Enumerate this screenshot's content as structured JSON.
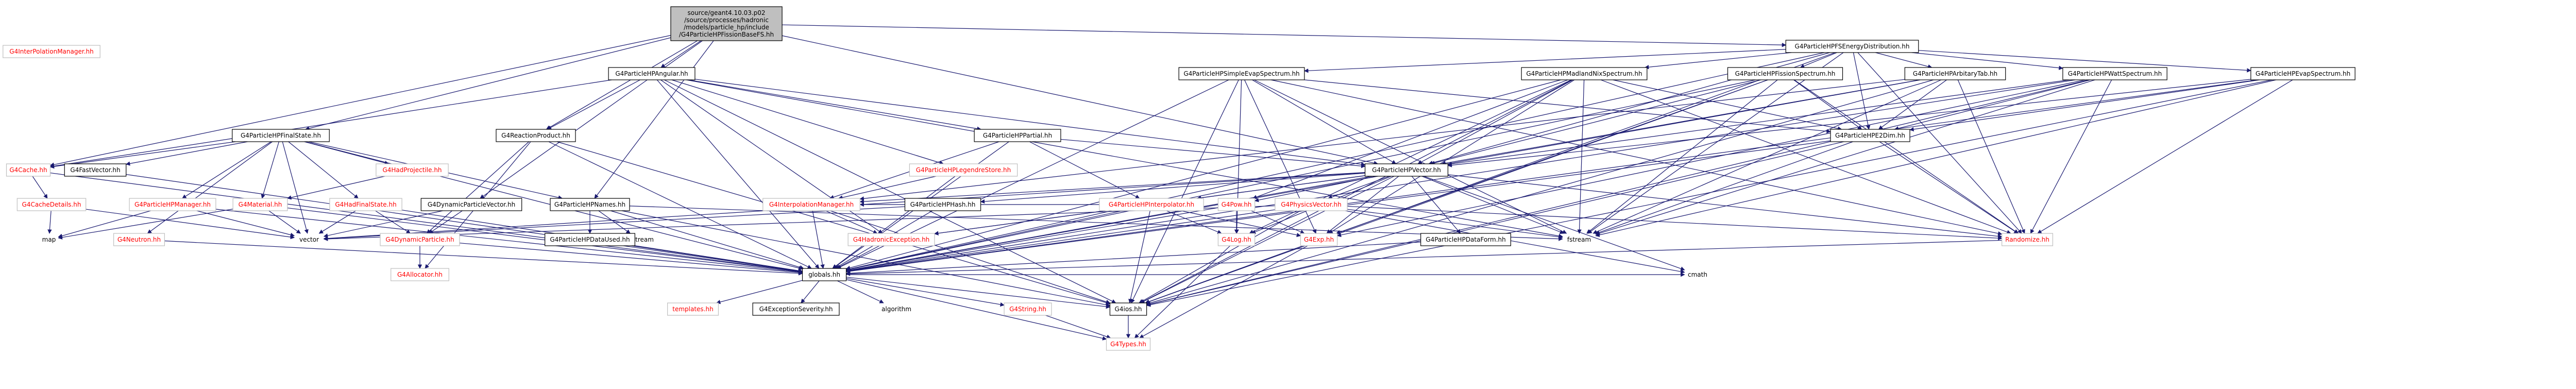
{
  "colors": {
    "root_fill": "#bfbfbf",
    "link_fill": "#ffffff",
    "edge": "#191970",
    "link_border": "#000000",
    "missing_border": "#bfbfbf",
    "link_text": "#000000",
    "missing_text": "#ff0000"
  },
  "nodes": [
    {
      "id": "root",
      "lines": [
        "source/geant4.10.03.p02",
        "/source/processes/hadronic",
        "/models/particle_hp/include",
        "/G4ParticleHPFissionBaseFS.hh"
      ],
      "kind": "root"
    },
    {
      "id": "fsed",
      "lines": [
        "G4ParticleHPFSEnergyDistribution.hh"
      ],
      "kind": "link"
    },
    {
      "id": "angular",
      "lines": [
        "G4ParticleHPAngular.hh"
      ],
      "kind": "link"
    },
    {
      "id": "simpleevap",
      "lines": [
        "G4ParticleHPSimpleEvapSpectrum.hh"
      ],
      "kind": "link"
    },
    {
      "id": "maderbang",
      "lines": [
        "G4ParticleHPMadlandNixSpectrum.hh"
      ],
      "kind": "link"
    },
    {
      "id": "fissionspec",
      "lines": [
        "G4ParticleHPFissionSpectrum.hh"
      ],
      "kind": "link"
    },
    {
      "id": "arbitrarytab",
      "lines": [
        "G4ParticleHPArbitaryTab.hh"
      ],
      "kind": "link"
    },
    {
      "id": "wattspec",
      "lines": [
        "G4ParticleHPWattSpectrum.hh"
      ],
      "kind": "link"
    },
    {
      "id": "evapspec",
      "lines": [
        "G4ParticleHPEvapSpectrum.hh"
      ],
      "kind": "link"
    },
    {
      "id": "finalstate",
      "lines": [
        "G4ParticleHPFinalState.hh"
      ],
      "kind": "link"
    },
    {
      "id": "reactionproduct",
      "lines": [
        "G4ReactionProduct.hh"
      ],
      "kind": "link"
    },
    {
      "id": "partial",
      "lines": [
        "G4ParticleHPPartial.hh"
      ],
      "kind": "link"
    },
    {
      "id": "vector",
      "lines": [
        "G4ParticleHPVector.hh"
      ],
      "kind": "link"
    },
    {
      "id": "pedata",
      "lines": [
        "G4InterPolationManager.hh"
      ],
      "kind": "missing"
    },
    {
      "id": "pdoc",
      "lines": [
        "G4ParticleHPE2Dim.hh"
      ],
      "kind": "link"
    },
    {
      "id": "cache",
      "lines": [
        "G4Cache.hh"
      ],
      "kind": "missing"
    },
    {
      "id": "fastvector",
      "lines": [
        "G4FastVector.hh"
      ],
      "kind": "link"
    },
    {
      "id": "hadprojectile",
      "lines": [
        "G4HadProjectile.hh"
      ],
      "kind": "missing"
    },
    {
      "id": "legendre",
      "lines": [
        "G4ParticleHPLegendreStore.hh"
      ],
      "kind": "missing"
    },
    {
      "id": "cachedetails",
      "lines": [
        "G4CacheDetails.hh"
      ],
      "kind": "missing"
    },
    {
      "id": "hpmanager",
      "lines": [
        "G4ParticleHPManager.hh"
      ],
      "kind": "missing"
    },
    {
      "id": "material",
      "lines": [
        "G4Material.hh"
      ],
      "kind": "missing"
    },
    {
      "id": "hadfinalstate",
      "lines": [
        "G4HadFinalState.hh"
      ],
      "kind": "missing"
    },
    {
      "id": "dynpartvector",
      "lines": [
        "G4DynamicParticleVector.hh"
      ],
      "kind": "link"
    },
    {
      "id": "hpnames",
      "lines": [
        "G4ParticleHPNames.hh"
      ],
      "kind": "link"
    },
    {
      "id": "fissionbasefs_interp",
      "lines": [
        "G4ParticleHPInterpolator.hh"
      ],
      "kind": "missing"
    },
    {
      "id": "interpmgr",
      "lines": [
        "G4InterpolationManager.hh"
      ],
      "kind": "missing"
    },
    {
      "id": "hphash",
      "lines": [
        "G4ParticleHPHash.hh"
      ],
      "kind": "link"
    },
    {
      "id": "pow",
      "lines": [
        "G4Pow.hh"
      ],
      "kind": "missing"
    },
    {
      "id": "physicsvector",
      "lines": [
        "G4PhysicsVector.hh"
      ],
      "kind": "missing"
    },
    {
      "id": "neutron",
      "lines": [
        "G4Neutron.hh"
      ],
      "kind": "missing"
    },
    {
      "id": "map",
      "lines": [
        "map"
      ],
      "kind": "plain"
    },
    {
      "id": "vectorstd",
      "lines": [
        "vector"
      ],
      "kind": "plain"
    },
    {
      "id": "dynparticle",
      "lines": [
        "G4DynamicParticle.hh"
      ],
      "kind": "missing"
    },
    {
      "id": "strstream",
      "lines": [
        "strstream"
      ],
      "kind": "plain"
    },
    {
      "id": "datausedh",
      "lines": [
        "G4ParticleHPDataUsed.hh"
      ],
      "kind": "link"
    },
    {
      "id": "hadexc",
      "lines": [
        "G4HadronicException.hh"
      ],
      "kind": "missing"
    },
    {
      "id": "g4log",
      "lines": [
        "G4Log.hh"
      ],
      "kind": "missing"
    },
    {
      "id": "g4exp",
      "lines": [
        "G4Exp.hh"
      ],
      "kind": "missing"
    },
    {
      "id": "dataform",
      "lines": [
        "G4ParticleHPDataForm.hh"
      ],
      "kind": "link"
    },
    {
      "id": "fstream",
      "lines": [
        "fstream"
      ],
      "kind": "plain"
    },
    {
      "id": "randomize",
      "lines": [
        "Randomize.hh"
      ],
      "kind": "missing"
    },
    {
      "id": "allocator",
      "lines": [
        "G4Allocator.hh"
      ],
      "kind": "missing"
    },
    {
      "id": "globals",
      "lines": [
        "globals.hh"
      ],
      "kind": "link"
    },
    {
      "id": "cmath",
      "lines": [
        "cmath"
      ],
      "kind": "plain"
    },
    {
      "id": "templates",
      "lines": [
        "templates.hh"
      ],
      "kind": "missing"
    },
    {
      "id": "excseverity",
      "lines": [
        "G4ExceptionSeverity.hh"
      ],
      "kind": "link"
    },
    {
      "id": "algorithm",
      "lines": [
        "algorithm"
      ],
      "kind": "plain"
    },
    {
      "id": "g4string",
      "lines": [
        "G4String.hh"
      ],
      "kind": "missing"
    },
    {
      "id": "g4ios",
      "lines": [
        "G4ios.hh"
      ],
      "kind": "link"
    },
    {
      "id": "g4types",
      "lines": [
        "G4Types.hh"
      ],
      "kind": "missing"
    }
  ]
}
